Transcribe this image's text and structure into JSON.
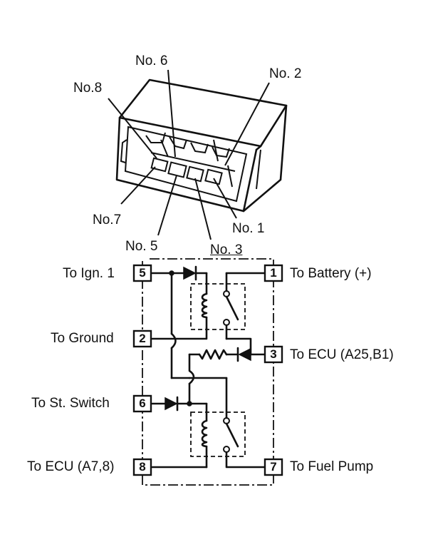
{
  "relay_pins": {
    "no8": "No.8",
    "no6": "No. 6",
    "no2": "No. 2",
    "no7": "No.7",
    "no1": "No. 1",
    "no5": "No. 5",
    "no3": "No. 3"
  },
  "terminals": {
    "t5": "5",
    "t2": "2",
    "t6": "6",
    "t8": "8",
    "t1": "1",
    "t3": "3",
    "t7": "7"
  },
  "connections": {
    "ign1": "To Ign. 1",
    "ground": "To Ground",
    "st_switch": "To St. Switch",
    "ecu_a78": "To ECU (A7,8)",
    "battery": "To Battery (+)",
    "ecu_a25": "To ECU (A25,B1)",
    "fuel_pump": "To Fuel Pump"
  }
}
